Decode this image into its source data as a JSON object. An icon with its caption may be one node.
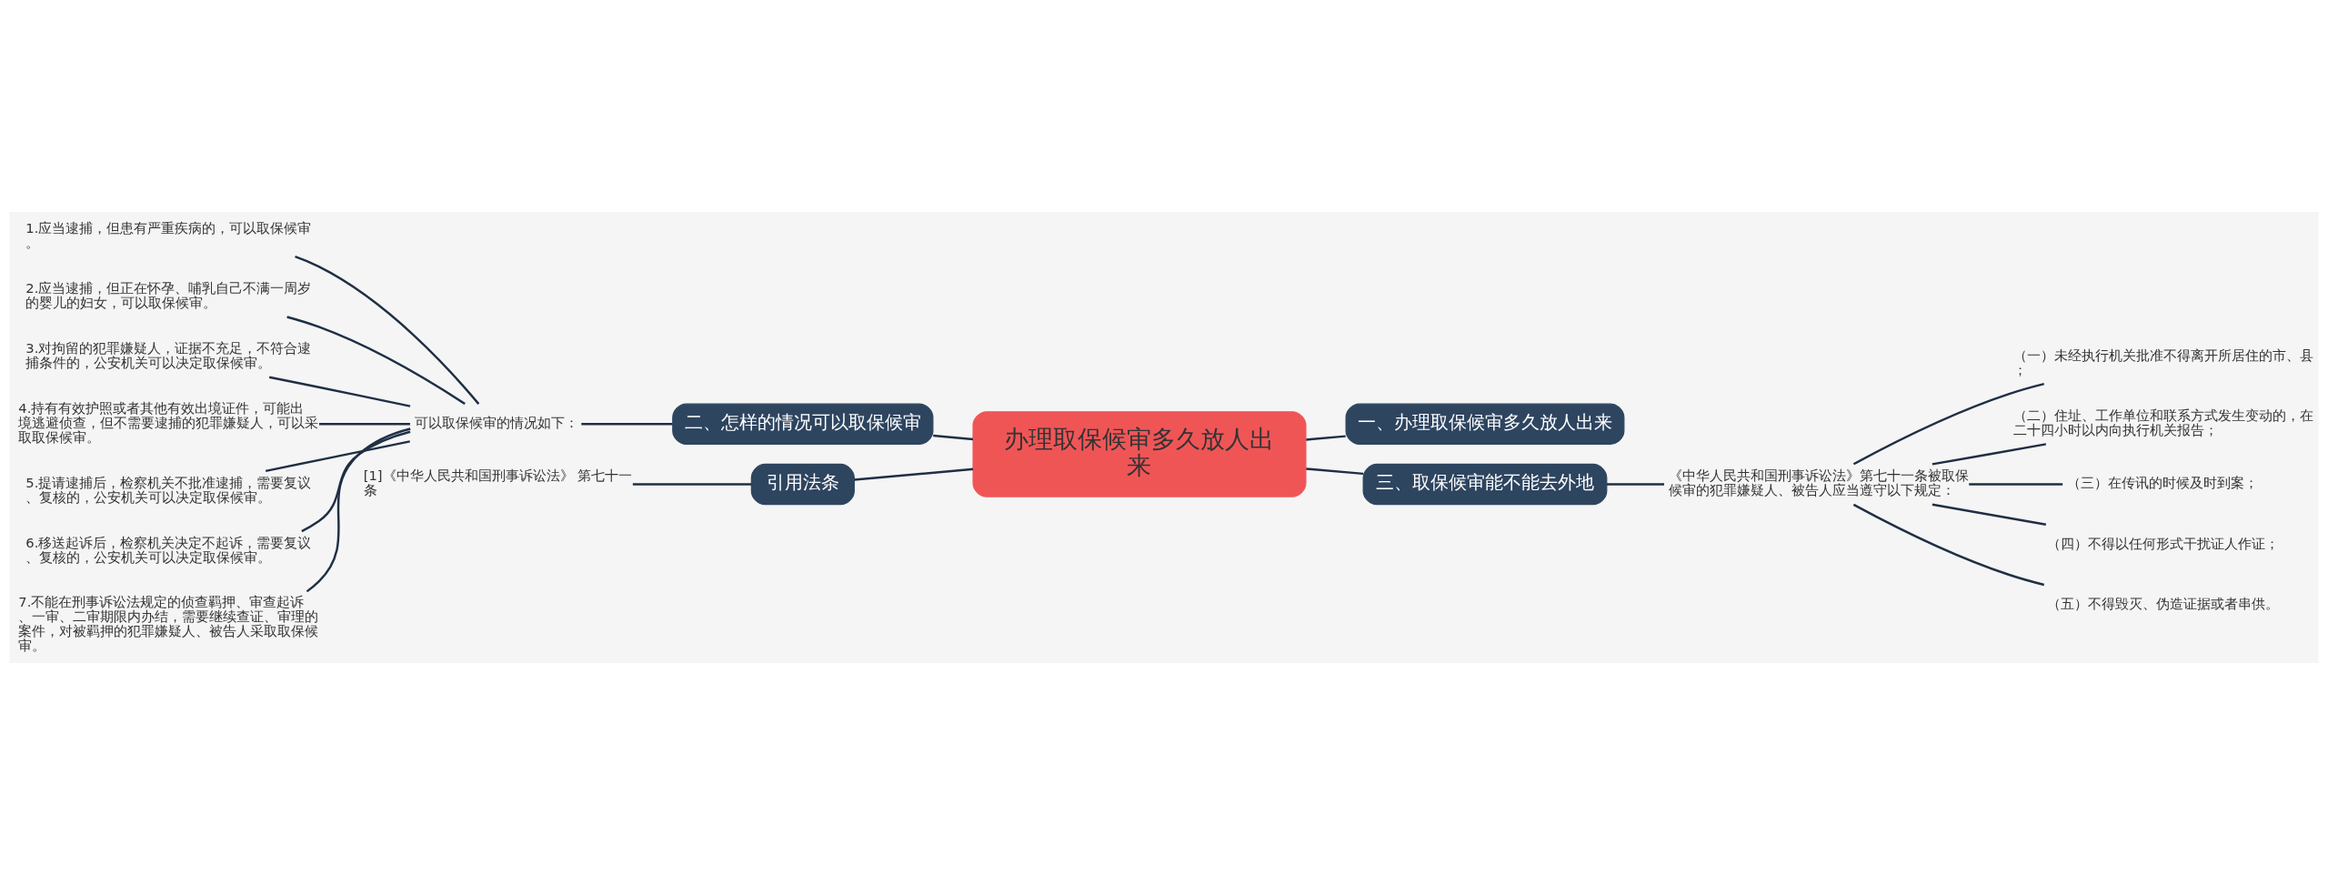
{
  "diagram": {
    "nodes": [
      {
        "text": [
          "办理取保候审多久放人出来"
        ]
      },
      {
        "text": [
          "一、办理取保候审多久放人出来"
        ]
      },
      {
        "text": [
          "二、怎样的情况可以取保候审"
        ]
      },
      {
        "text": [
          "三、取保候审能不能去外地"
        ]
      },
      {
        "text": [
          "引用法条"
        ]
      },
      {
        "text": [
          "可以取保候审的情况如下："
        ]
      },
      {
        "text": [
          "1.应当逮捕，但患有严重疾病的，可以取保候审。"
        ]
      },
      {
        "text": [
          "2.应当逮捕，但正在怀孕、哺乳自己不满一周岁的婴儿的妇女，可以取保候审。"
        ]
      },
      {
        "text": [
          "3.对拘留的犯罪嫌疑人，证据不充足，不符合逮捕条件的，公安机关可以决定取保候审。"
        ]
      },
      {
        "text": [
          "4.持有有效护照或者其他有效出境证件，可能出境逃避侦查，但不需要逮捕的犯罪嫌疑人，可以采取取保候审。"
        ]
      },
      {
        "text": [
          "5.提请逮捕后，检察机关不批准逮捕，需要复议、复核的，公安机关可以决定取保候审。"
        ]
      },
      {
        "text": [
          "6.移送起诉后，检察机关决定不起诉，需要复议、复核的，公安机关可以决定取保候审。"
        ]
      },
      {
        "text": [
          "7.不能在刑事诉讼法规定的侦查羁押、审查起诉、一审、二审期限内办结，需要继续查证、审理的案件，对被羁押的犯罪嫌疑人、被告人采取取保候审。"
        ]
      },
      {
        "text": [
          "《中华人民共和国刑事诉讼法》第七十一条被取保候审的犯罪嫌疑人、被告人应当遵守以下规定："
        ]
      },
      {
        "text": [
          "（一）未经执行机关批准不得离开所居住的市、县；"
        ]
      },
      {
        "text": [
          "（二）住址、工作单位和联系方式发生变动的，在二十四小时以内向执行机关报告；"
        ]
      },
      {
        "text": [
          "（三）在传讯的时候及时到案；"
        ]
      },
      {
        "text": [
          "（四）不得以任何形式干扰证人作证；"
        ]
      },
      {
        "text": [
          "（五）不得毁灭、伪造证据或者串供。"
        ]
      },
      {
        "text": [
          "[1]《中华人民共和国刑事诉讼法》 第七十一条"
        ]
      }
    ],
    "edges": [
      {
        "from": 0,
        "to": 1,
        "arrow": "none"
      },
      {
        "from": 0,
        "to": 2,
        "arrow": "none"
      },
      {
        "from": 0,
        "to": 3,
        "arrow": "none"
      },
      {
        "from": 0,
        "to": 4,
        "arrow": "none"
      },
      {
        "from": 2,
        "to": 5,
        "arrow": "none"
      },
      {
        "from": 5,
        "to": 6,
        "arrow": "none"
      },
      {
        "from": 5,
        "to": 7,
        "arrow": "none"
      },
      {
        "from": 5,
        "to": 8,
        "arrow": "none"
      },
      {
        "from": 5,
        "to": 9,
        "arrow": "none"
      },
      {
        "from": 5,
        "to": 10,
        "arrow": "none"
      },
      {
        "from": 5,
        "to": 11,
        "arrow": "none"
      },
      {
        "from": 5,
        "to": 12,
        "arrow": "none"
      },
      {
        "from": 3,
        "to": 13,
        "arrow": "none"
      },
      {
        "from": 13,
        "to": 14,
        "arrow": "none"
      },
      {
        "from": 13,
        "to": 15,
        "arrow": "none"
      },
      {
        "from": 13,
        "to": 16,
        "arrow": "none"
      },
      {
        "from": 13,
        "to": 17,
        "arrow": "none"
      },
      {
        "from": 13,
        "to": 18,
        "arrow": "none"
      },
      {
        "from": 4,
        "to": 19,
        "arrow": "none"
      }
    ]
  }
}
